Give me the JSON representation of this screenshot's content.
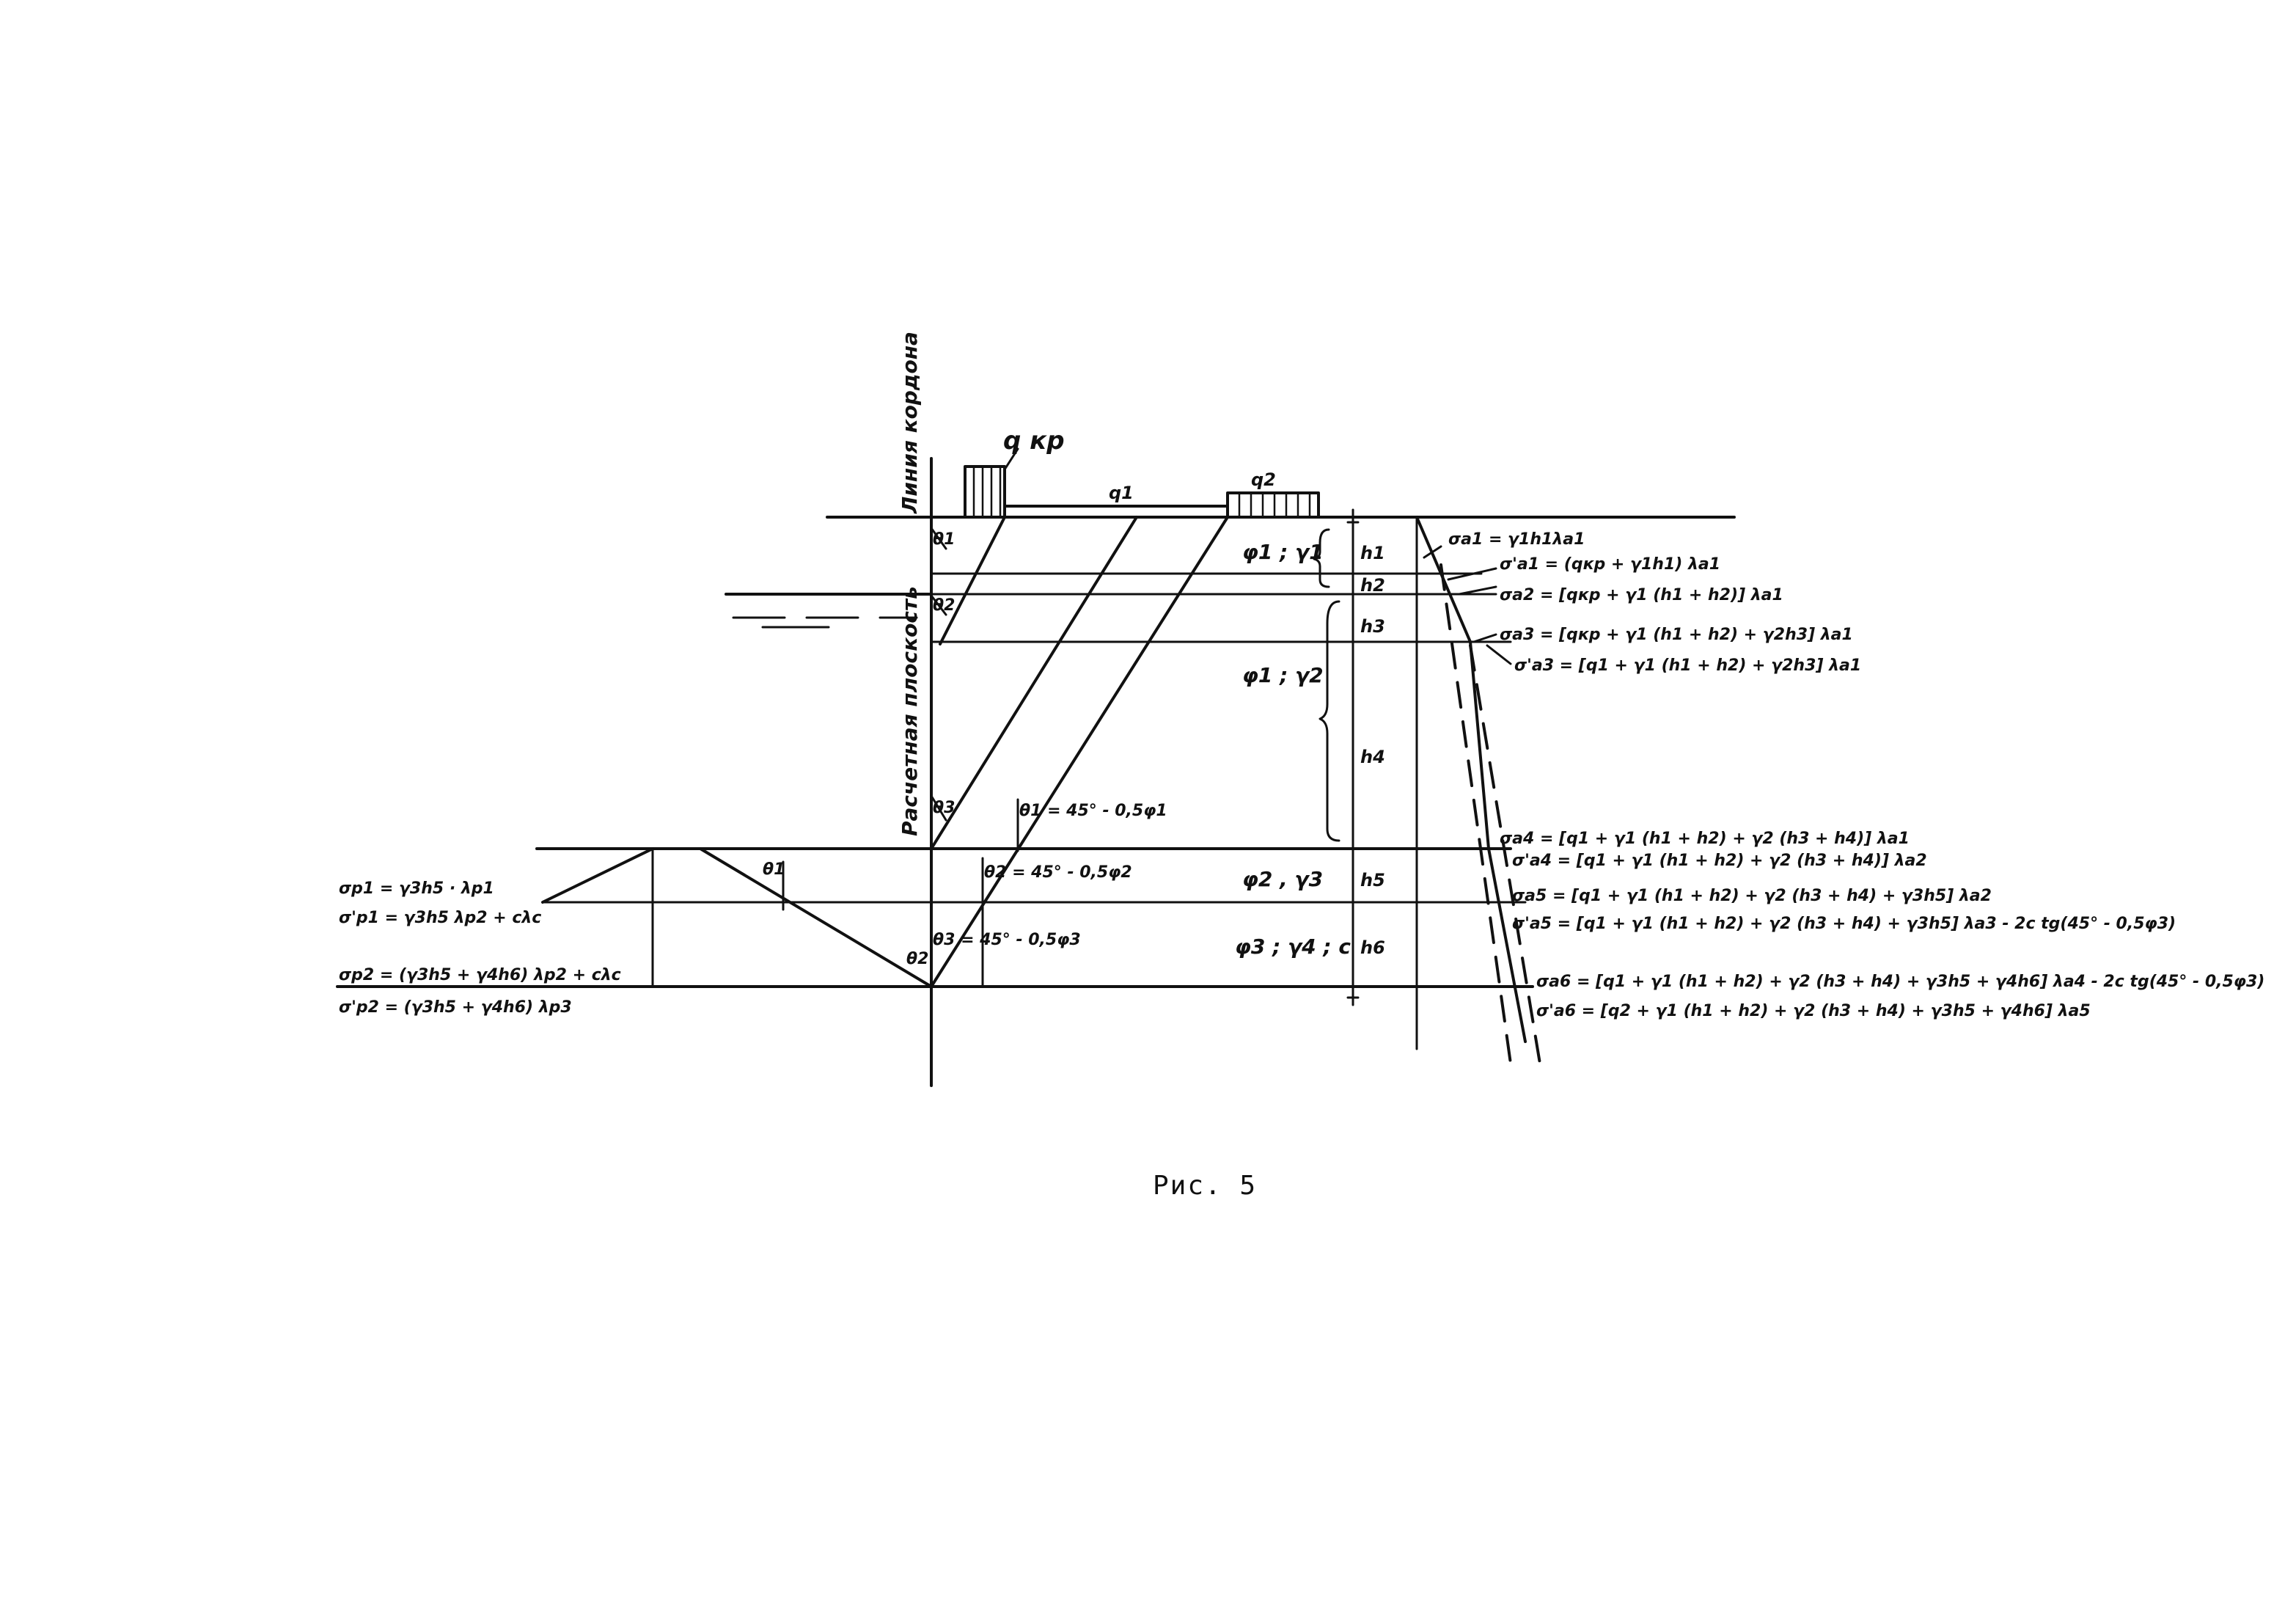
{
  "figure": {
    "caption": "Рис. 5",
    "labels": {
      "kordon_line": "Линия кордона",
      "design_plane": "Расчетная плоскость",
      "q_kr": "q кр",
      "q1": "q1",
      "q2": "q2"
    },
    "layers": [
      {
        "thickness": "h1",
        "props": "φ1 ; γ1"
      },
      {
        "thickness": "h2",
        "props": ""
      },
      {
        "thickness": "h3",
        "props": ""
      },
      {
        "thickness": "h4",
        "props": "φ1 ; γ2"
      },
      {
        "thickness": "h5",
        "props": "φ2 , γ3"
      },
      {
        "thickness": "h6",
        "props": "φ3 ; γ4 ; c"
      }
    ],
    "angles": {
      "theta1": "θ1",
      "theta2": "θ2",
      "theta3": "θ3",
      "theta_left": "θ1",
      "theta_c": "θ2",
      "theta_a1": "θ1 = 45° - 0,5φ1",
      "theta_a2": "θ2 = 45° - 0,5φ2",
      "theta_a3": "θ3 = 45° - 0,5φ3"
    },
    "active_pressure": [
      "σa1 = γ1h1λa1",
      "σ'a1 = (qкр + γ1h1) λa1",
      "σa2 = [qкр + γ1 (h1 + h2)] λa1",
      "σa3 = [qкр + γ1 (h1 + h2) + γ2h3] λa1",
      "σ'a3 = [q1 + γ1 (h1 + h2) + γ2h3] λa1",
      "σa4 = [q1 + γ1 (h1 + h2) + γ2 (h3 + h4)] λa1",
      "σ'a4 = [q1 + γ1 (h1 + h2) + γ2 (h3 + h4)] λa2",
      "σa5 = [q1 + γ1 (h1 + h2) + γ2 (h3 + h4) + γ3h5] λa2",
      "σ'a5 = [q1 + γ1 (h1 + h2) + γ2 (h3 + h4) + γ3h5] λa3 - 2c tg(45° - 0,5φ3)",
      "σa6 = [q1 + γ1 (h1 + h2) + γ2 (h3 + h4) + γ3h5 + γ4h6] λa4 - 2c tg(45° - 0,5φ3)",
      "σ'a6 = [q2 + γ1 (h1 + h2) + γ2 (h3 + h4) + γ3h5 + γ4h6] λa5"
    ],
    "passive_pressure": [
      "σp1 = γ3h5 · λp1",
      "σ'p1 = γ3h5 λp2 + cλc",
      "σp2 = (γ3h5 + γ4h6) λp2 + cλc",
      "σ'p2 = (γ3h5 + γ4h6) λp3"
    ]
  }
}
